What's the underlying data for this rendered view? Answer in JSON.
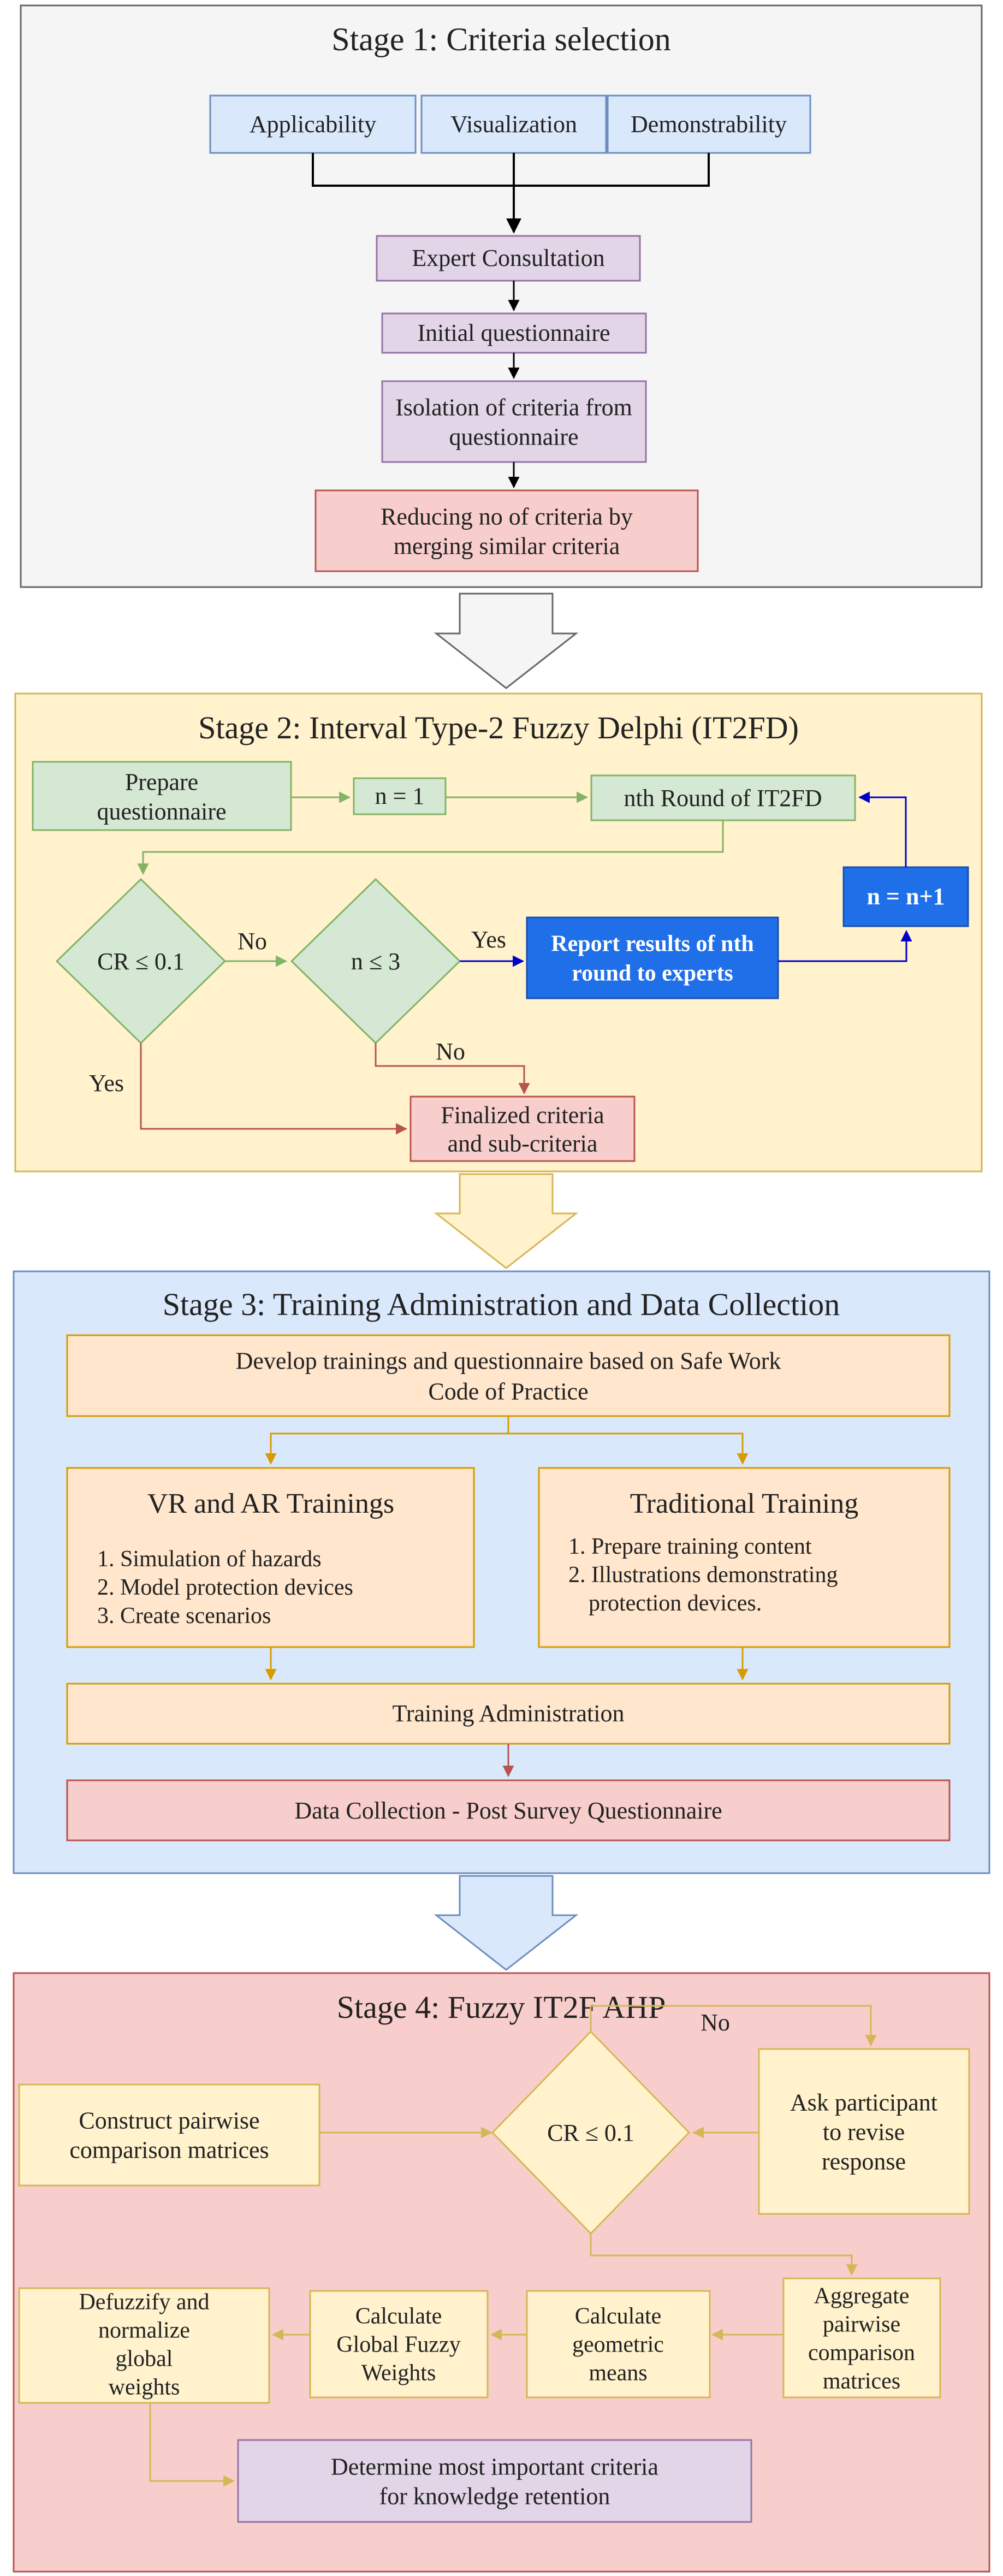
{
  "colors": {
    "stage1_bg": "#f5f5f5",
    "stage1_border": "#666666",
    "stage2_bg": "#fff2cc",
    "stage2_border": "#d6b656",
    "stage3_bg": "#dae8fc",
    "stage3_border": "#6c8ebf",
    "stage4_bg": "#f8cecc",
    "stage4_border": "#b85450",
    "blue_box": "#dae8fc",
    "blue_border": "#6c8ebf",
    "purple_box": "#e1d5e7",
    "purple_border": "#9673a6",
    "red_box": "#f8cecc",
    "red_border": "#b85450",
    "green_box": "#d5e8d4",
    "green_border": "#82b366",
    "orange_box": "#ffe6cc",
    "orange_border": "#d79b00",
    "yellow_box": "#fff2cc",
    "yellow_border": "#d6b656",
    "report_box": "#1f6fe8",
    "report_border": "#1a4fb0",
    "arrow_dark": "#000000",
    "arrow_green": "#82b366",
    "arrow_blue": "#0000cc",
    "arrow_red": "#b85450",
    "arrow_orange": "#d79b00",
    "arrow_yellow": "#d6b656"
  },
  "stage1": {
    "title": "Stage 1: Criteria selection",
    "applicability": "Applicability",
    "visualization": "Visualization",
    "demonstrability": "Demonstrability",
    "expert_consultation": "Expert Consultation",
    "initial_questionnaire": "Initial questionnaire",
    "isolation": "Isolation of criteria from questionnaire",
    "reducing": "Reducing no of criteria by merging similar criteria"
  },
  "stage2": {
    "title": "Stage 2:  Interval Type-2 Fuzzy Delphi (IT2FD)",
    "prepare": "Prepare questionnaire",
    "n_equals_1": "n = 1",
    "nth_round": "nth Round of IT2FD",
    "cr_check": "CR ≤ 0.1",
    "n_check": "n ≤ 3",
    "report": "Report results of nth round to experts",
    "n_increment": "n = n+1",
    "finalized": "Finalized criteria and sub-criteria",
    "label_no_1": "No",
    "label_yes_1": "Yes",
    "label_no_2": "No",
    "label_yes_2": "Yes"
  },
  "stage3": {
    "title": "Stage 3: Training Administration and Data Collection",
    "develop": "Develop trainings and questionnaire based on Safe Work Code of Practice",
    "vr_title": "VR and AR Trainings",
    "vr_items": [
      "Simulation of hazards",
      "Model protection devices",
      "Create scenarios"
    ],
    "trad_title": "Traditional Training",
    "trad_items": [
      "Prepare training content",
      "Illustrations demonstrating protection devices."
    ],
    "admin": "Training Administration",
    "data_collection": "Data Collection - Post Survey Questionnaire"
  },
  "stage4": {
    "title": "Stage 4: Fuzzy IT2F AHP",
    "construct": "Construct pairwise comparison matrices",
    "cr_check": "CR ≤ 0.1",
    "label_no": "No",
    "ask": "Ask participant to revise response",
    "aggregate": "Aggregate pairwise comparison matrices",
    "geometric": "Calculate geometric means",
    "global_fuzzy": "Calculate Global Fuzzy Weights",
    "defuzzify": "Defuzzify and normalize global weights",
    "determine": "Determine most important criteria for knowledge retention"
  }
}
